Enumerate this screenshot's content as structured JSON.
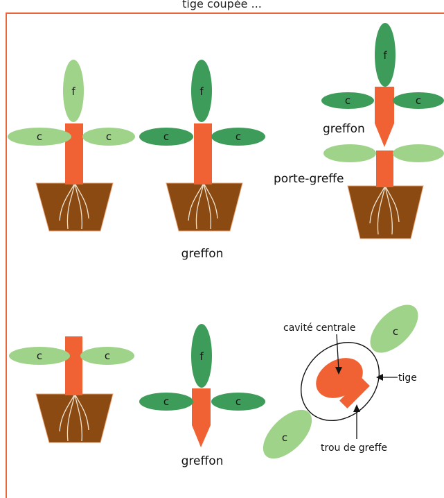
{
  "header": {
    "caption": "tige coupée ... "
  },
  "labels": {
    "fruit": "f",
    "cotyledon": "c",
    "scion": "greffon",
    "rootstock": "porte-greffe",
    "central_cavity": "cavité centrale",
    "stem": "tige",
    "graft_hole": "trou de greffe"
  },
  "colors": {
    "light_green": "#9fd38a",
    "dark_green": "#3e9c5a",
    "stem_orange": "#f06233",
    "pot_brown": "#8a4a12",
    "frame": "#e8663a"
  }
}
